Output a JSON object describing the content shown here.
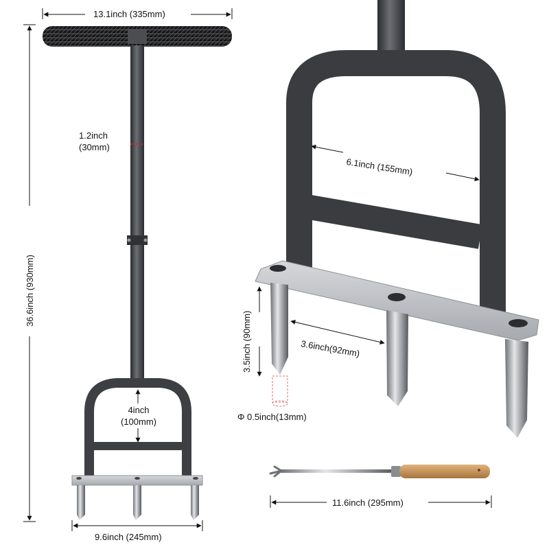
{
  "dimensions": {
    "handle_width": "13.1inch (335mm)",
    "total_height": "36.6inch (930mm)",
    "shaft_diameter_in": "1.2inch",
    "shaft_diameter_mm": "(30mm)",
    "frame_gap_in": "4inch",
    "frame_gap_mm": "(100mm)",
    "base_width": "9.6inch (245mm)",
    "frame_inner_width": "6.1inch (155mm)",
    "tine_length": "3.5inch (90mm)",
    "tine_spacing": "3.6inch(92mm)",
    "tine_diameter": "Φ 0.5inch(13mm)",
    "tool_length": "11.6inch (295mm)"
  },
  "colors": {
    "metal_dark": "#3d3f43",
    "metal_plate": "#bfc2c6",
    "handle_black": "#222325",
    "wood": "#c89256",
    "dimension_line": "#111111",
    "accent_red": "#e02020"
  },
  "icons": {
    "aerator": "lawn-aerator-tool",
    "cleaning_tool": "fork-cleaning-tool"
  }
}
